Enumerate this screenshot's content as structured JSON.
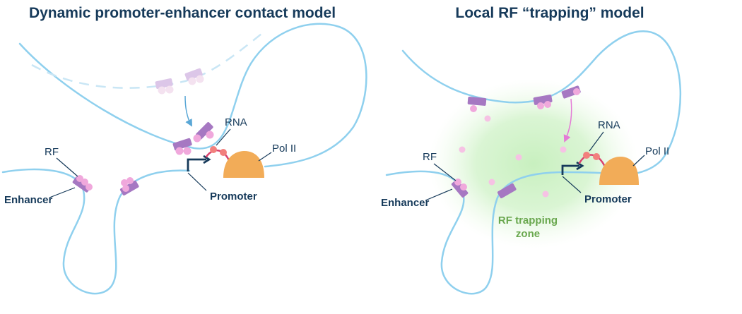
{
  "panels": {
    "left": {
      "title": "Dynamic promoter-enhancer contact model",
      "labels": {
        "rf": "RF",
        "enhancer": "Enhancer",
        "rna": "RNA",
        "pol": "Pol II",
        "promoter": "Promoter"
      }
    },
    "right": {
      "title": "Local RF “trapping” model",
      "labels": {
        "rf": "RF",
        "enhancer": "Enhancer",
        "rna": "RNA",
        "pol": "Pol II",
        "promoter": "Promoter",
        "zone_line1": "RF trapping",
        "zone_line2": "zone"
      }
    }
  },
  "colors": {
    "dna": "#8fd0ee",
    "enhancer": "#a678c2",
    "rf": "#f0a8dc",
    "pol_ii": "#f2ac58",
    "rna": "#d9436f",
    "title": "#163a5a",
    "zone_text": "#6aa84f",
    "zone_glow": "#c8f0bf"
  }
}
